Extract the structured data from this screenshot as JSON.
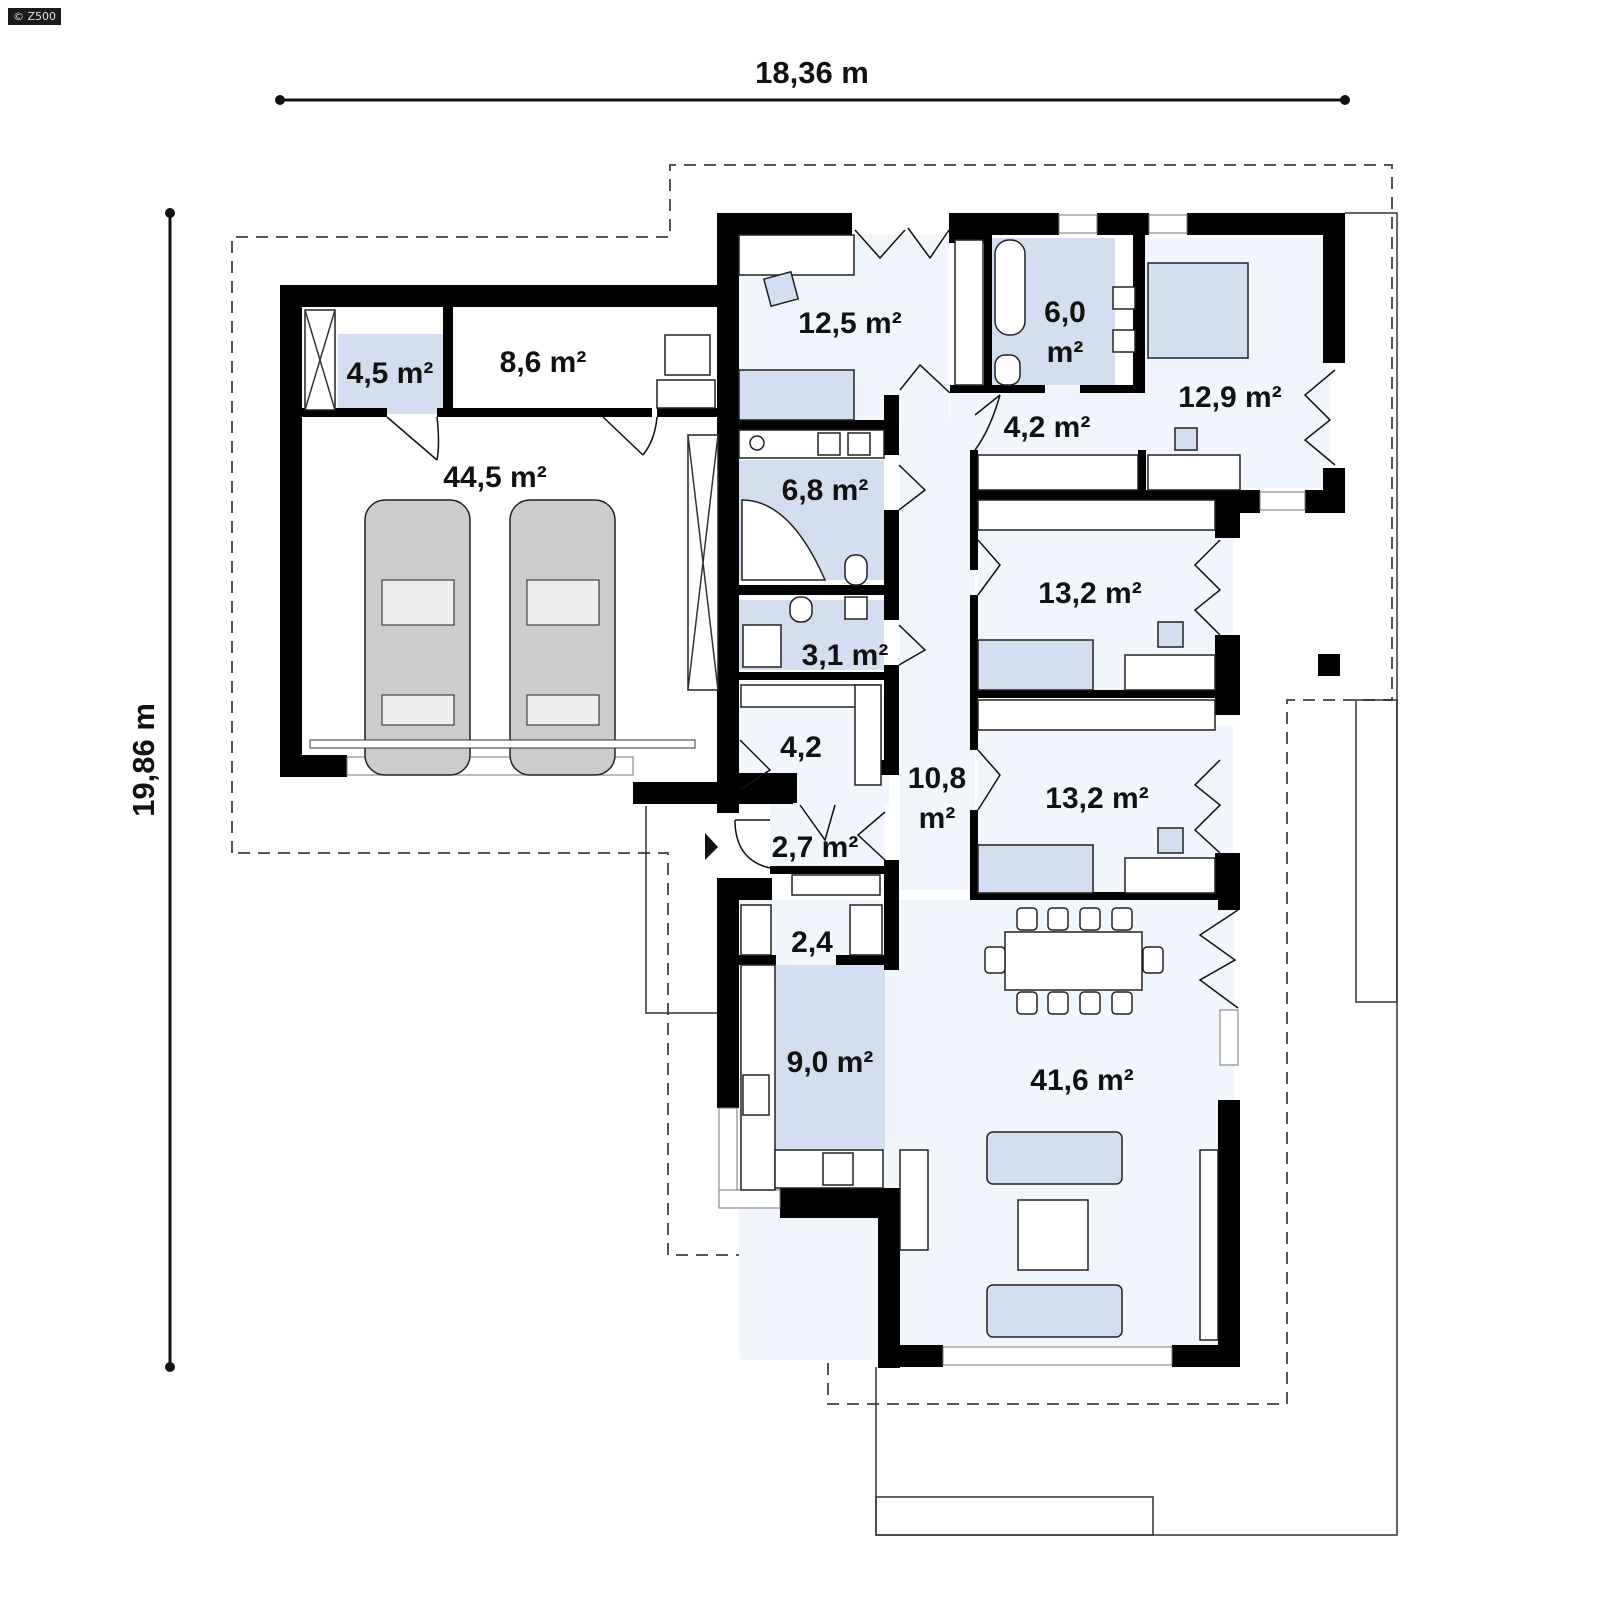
{
  "watermark": "© Z500",
  "dimensions": {
    "width_label": "18,36 m",
    "height_label": "19,86 m"
  },
  "rooms": [
    {
      "id": "garage",
      "label": "44,5 m²"
    },
    {
      "id": "boiler",
      "label": "4,5 m²"
    },
    {
      "id": "utility",
      "label": "8,6 m²"
    },
    {
      "id": "study",
      "label": "12,5 m²"
    },
    {
      "id": "bathroom-master",
      "label": "6,0",
      "label2": "m²"
    },
    {
      "id": "master-bedroom",
      "label": "12,9 m²"
    },
    {
      "id": "wardrobe-hall",
      "label": "4,2 m²"
    },
    {
      "id": "bathroom",
      "label": "6,8 m²"
    },
    {
      "id": "wc",
      "label": "3,1 m²"
    },
    {
      "id": "bedroom-1",
      "label": "13,2 m²"
    },
    {
      "id": "bedroom-2",
      "label": "13,2 m²"
    },
    {
      "id": "cloakroom",
      "label": "4,2"
    },
    {
      "id": "hall",
      "label": "10,8",
      "label2": "m²"
    },
    {
      "id": "vestibule",
      "label": "2,7 m²"
    },
    {
      "id": "pantry",
      "label": "2,4"
    },
    {
      "id": "kitchen",
      "label": "9,0 m²"
    },
    {
      "id": "living-dining",
      "label": "41,6 m²"
    }
  ]
}
